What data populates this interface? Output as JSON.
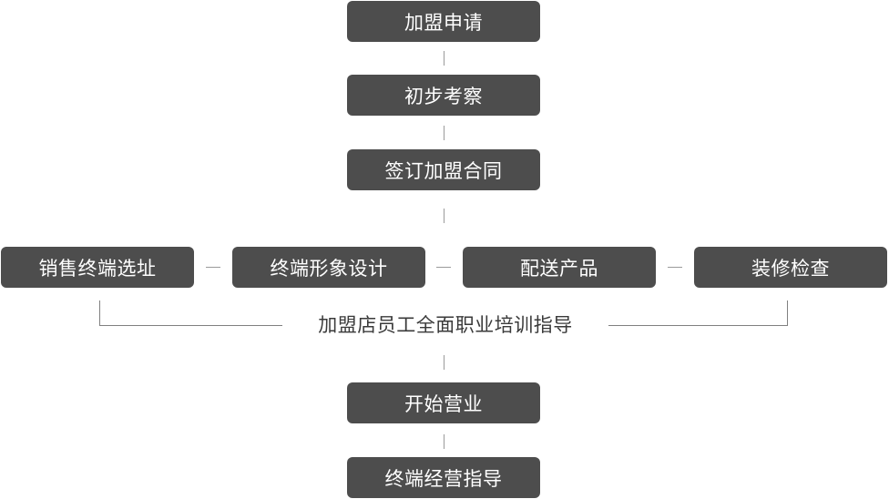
{
  "flow": {
    "step1": "加盟申请",
    "step2": "初步考察",
    "step3": "签订加盟合同",
    "branch1": "销售终端选址",
    "branch2": "终端形象设计",
    "branch3": "配送产品",
    "branch4": "装修检查",
    "training": "加盟店员工全面职业培训指导",
    "step4": "开始营业",
    "step5": "终端经营指导"
  },
  "colors": {
    "box_fill": "#4d4d4d",
    "box_text": "#ffffff",
    "connector": "#9a9a9a"
  }
}
